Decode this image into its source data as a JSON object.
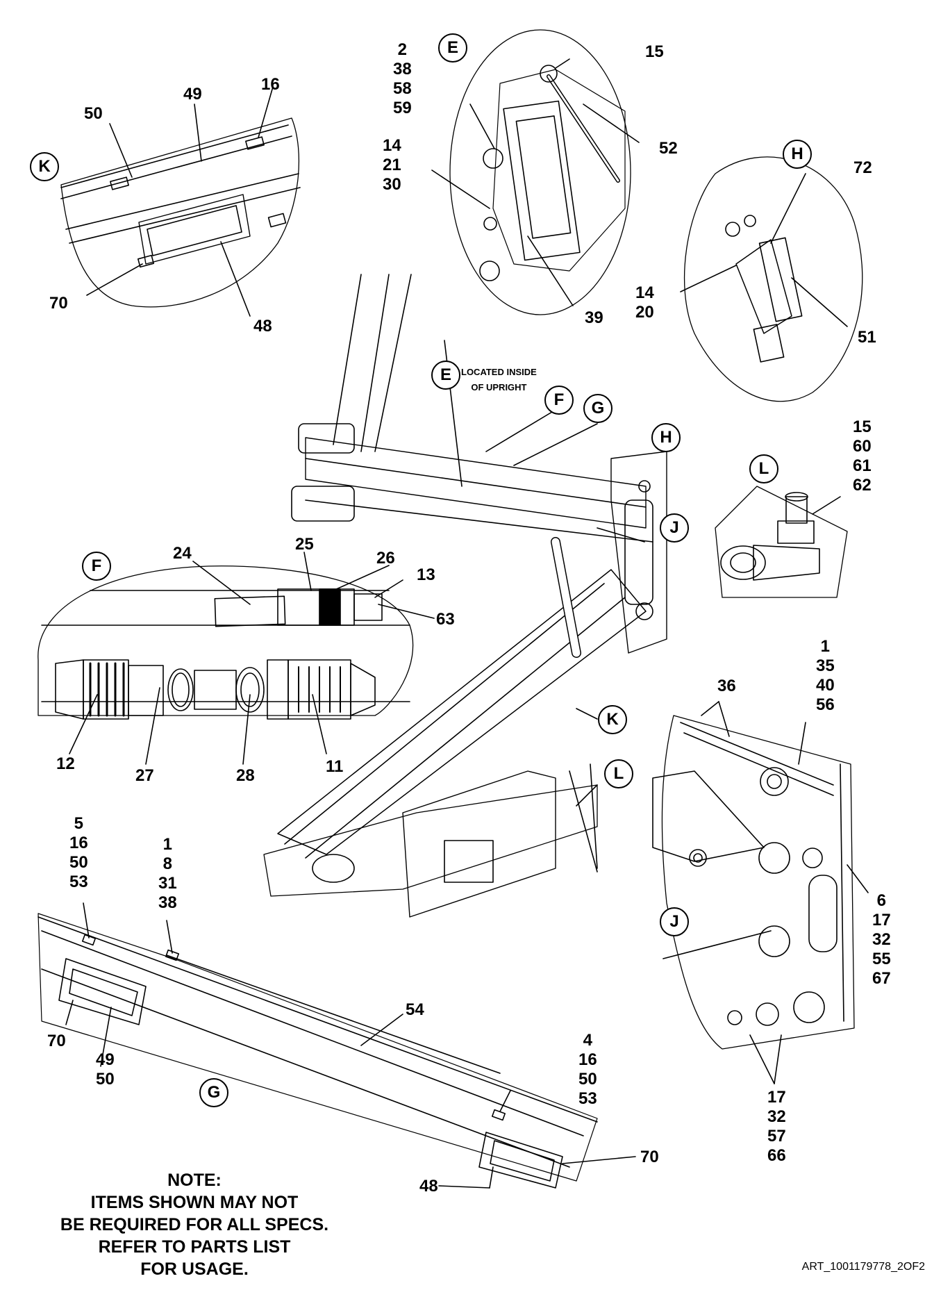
{
  "callouts": {
    "E_detail": "E",
    "E_main": "E",
    "F_detail": "F",
    "F_main": "F",
    "G_detail": "G",
    "G_main": "G",
    "H_detail": "H",
    "H_main": "H",
    "J_detail": "J",
    "J_main": "J",
    "K_detail": "K",
    "K_main": "K",
    "L_detail": "L",
    "L_main": "L"
  },
  "located_inside": [
    "LOCATED INSIDE",
    "OF UPRIGHT"
  ],
  "labels_K": {
    "l16": "16",
    "l49": "49",
    "l50": "50",
    "l70": "70",
    "l48": "48"
  },
  "labels_E": {
    "stack_a": [
      "2",
      "38",
      "58",
      "59"
    ],
    "stack_b": [
      "14",
      "21",
      "30"
    ],
    "l15": "15",
    "l52": "52",
    "l39": "39"
  },
  "labels_H": {
    "l72": "72",
    "stack": [
      "14",
      "20"
    ],
    "l51": "51"
  },
  "labels_L": {
    "stack": [
      "15",
      "60",
      "61",
      "62"
    ]
  },
  "labels_F": {
    "l24": "24",
    "l25": "25",
    "l26": "26",
    "l13": "13",
    "l63": "63",
    "l12": "12",
    "l27": "27",
    "l28": "28",
    "l11": "11"
  },
  "labels_J": {
    "l36": "36",
    "stack_top": [
      "1",
      "35",
      "40",
      "56"
    ],
    "stack_right": [
      "6",
      "17",
      "32",
      "55",
      "67"
    ],
    "stack_bottom": [
      "17",
      "32",
      "57",
      "66"
    ]
  },
  "labels_G": {
    "stack_left": [
      "5",
      "16",
      "50",
      "53"
    ],
    "stack_mid": [
      "1",
      "8",
      "31",
      "38"
    ],
    "l70a": "70",
    "stack_49": [
      "49",
      "50"
    ],
    "l54": "54",
    "stack_right": [
      "4",
      "16",
      "50",
      "53"
    ],
    "l70b": "70",
    "l48": "48"
  },
  "note": [
    "NOTE:",
    "ITEMS SHOWN  MAY NOT",
    "BE REQUIRED FOR ALL SPECS.",
    "REFER TO PARTS LIST",
    "FOR USAGE."
  ],
  "art_id": "ART_1001179778_2OF2"
}
